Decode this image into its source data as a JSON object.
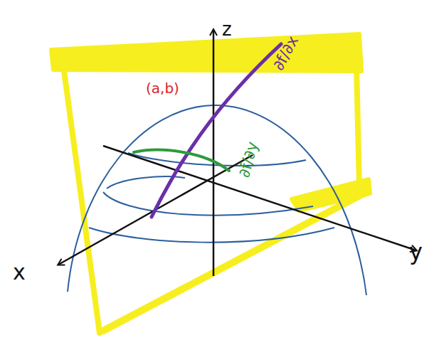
{
  "diagram": {
    "labels": [
      "z",
      "(a,b)",
      "∂f/∂x",
      "∂f/∂y",
      "x",
      "y"
    ]
  }
}
